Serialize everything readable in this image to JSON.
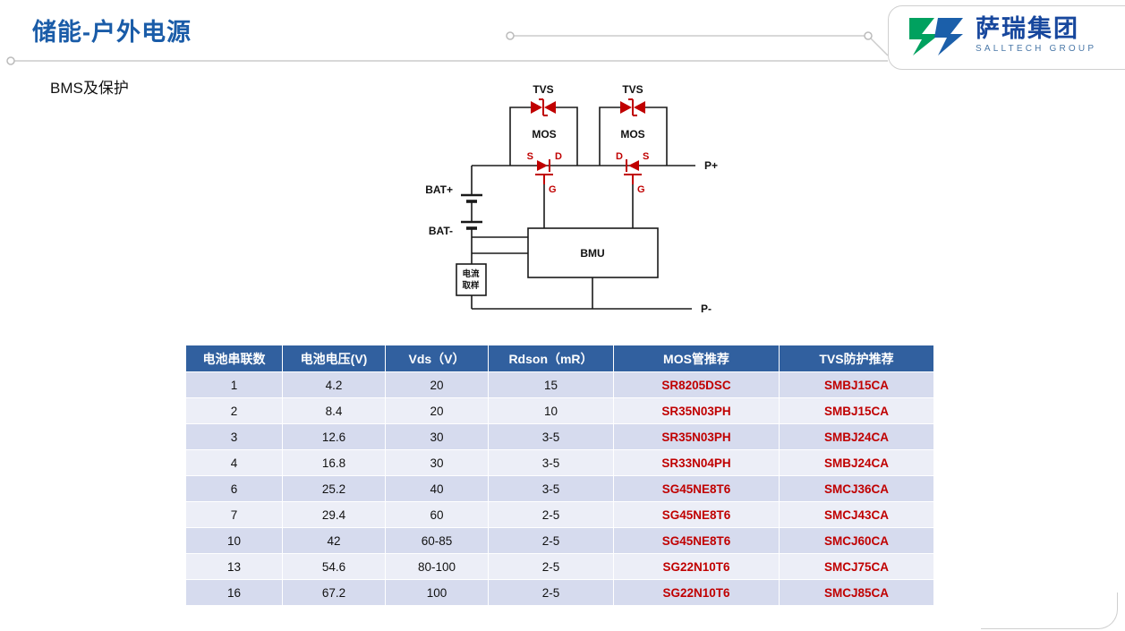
{
  "page": {
    "title": "储能-户外电源",
    "subtitle": "BMS及保护"
  },
  "logo": {
    "company": "萨瑞集团",
    "group": "SALLTECH GROUP"
  },
  "diagram": {
    "tvs": "TVS",
    "mos": "MOS",
    "s": "S",
    "d": "D",
    "g": "G",
    "bat_plus": "BAT+",
    "bat_minus": "BAT-",
    "bmu": "BMU",
    "current_sample_l1": "电流",
    "current_sample_l2": "取样",
    "p_plus": "P+",
    "p_minus": "P-"
  },
  "table": {
    "headers": [
      "电池串联数",
      "电池电压(V)",
      "Vds（V）",
      "Rdson（mR）",
      "MOS管推荐",
      "TVS防护推荐"
    ],
    "rows": [
      [
        "1",
        "4.2",
        "20",
        "15",
        "SR8205DSC",
        "SMBJ15CA"
      ],
      [
        "2",
        "8.4",
        "20",
        "10",
        "SR35N03PH",
        "SMBJ15CA"
      ],
      [
        "3",
        "12.6",
        "30",
        "3-5",
        "SR35N03PH",
        "SMBJ24CA"
      ],
      [
        "4",
        "16.8",
        "30",
        "3-5",
        "SR33N04PH",
        "SMBJ24CA"
      ],
      [
        "6",
        "25.2",
        "40",
        "3-5",
        "SG45NE8T6",
        "SMCJ36CA"
      ],
      [
        "7",
        "29.4",
        "60",
        "2-5",
        "SG45NE8T6",
        "SMCJ43CA"
      ],
      [
        "10",
        "42",
        "60-85",
        "2-5",
        "SG45NE8T6",
        "SMCJ60CA"
      ],
      [
        "13",
        "54.6",
        "80-100",
        "2-5",
        "SG22N10T6",
        "SMCJ75CA"
      ],
      [
        "16",
        "67.2",
        "100",
        "2-5",
        "SG22N10T6",
        "SMCJ85CA"
      ]
    ]
  },
  "colors": {
    "title_blue": "#1A5CA8",
    "header_bg": "#31609F",
    "row_odd": "#D6DBEE",
    "row_even": "#ECEEF7",
    "accent_red": "#C00000",
    "logo_green": "#00A15F",
    "logo_blue": "#1B5FAA"
  }
}
